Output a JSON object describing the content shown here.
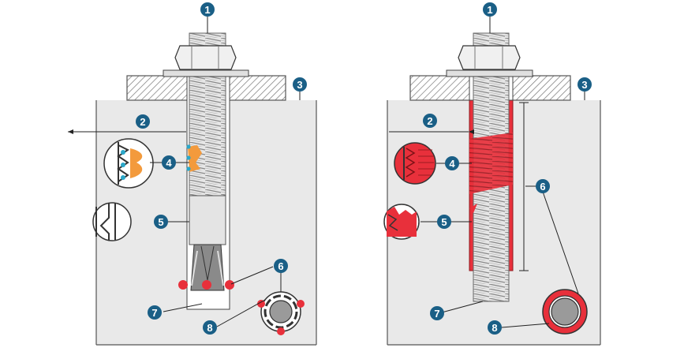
{
  "colors": {
    "concrete": "#e9e9e9",
    "concrete_edge": "#555555",
    "plate_hatch": "#7a7a7a",
    "steel": "#dcdcdc",
    "badge": "#1a5f86",
    "adhesive_red": "#e8303b",
    "adhesive_orange": "#f39a3c",
    "contact_red": "#e8303b"
  },
  "panels": [
    {
      "name": "mechanical-anchor",
      "callouts": [
        "1",
        "2",
        "3",
        "4",
        "5",
        "6",
        "7",
        "8"
      ]
    },
    {
      "name": "chemical-anchor",
      "callouts": [
        "1",
        "2",
        "3",
        "4",
        "5",
        "6",
        "7",
        "8"
      ]
    }
  ],
  "icons": [
    "nut-icon",
    "thread-detail-icon",
    "keying-detail-icon",
    "cross-section-icon"
  ]
}
